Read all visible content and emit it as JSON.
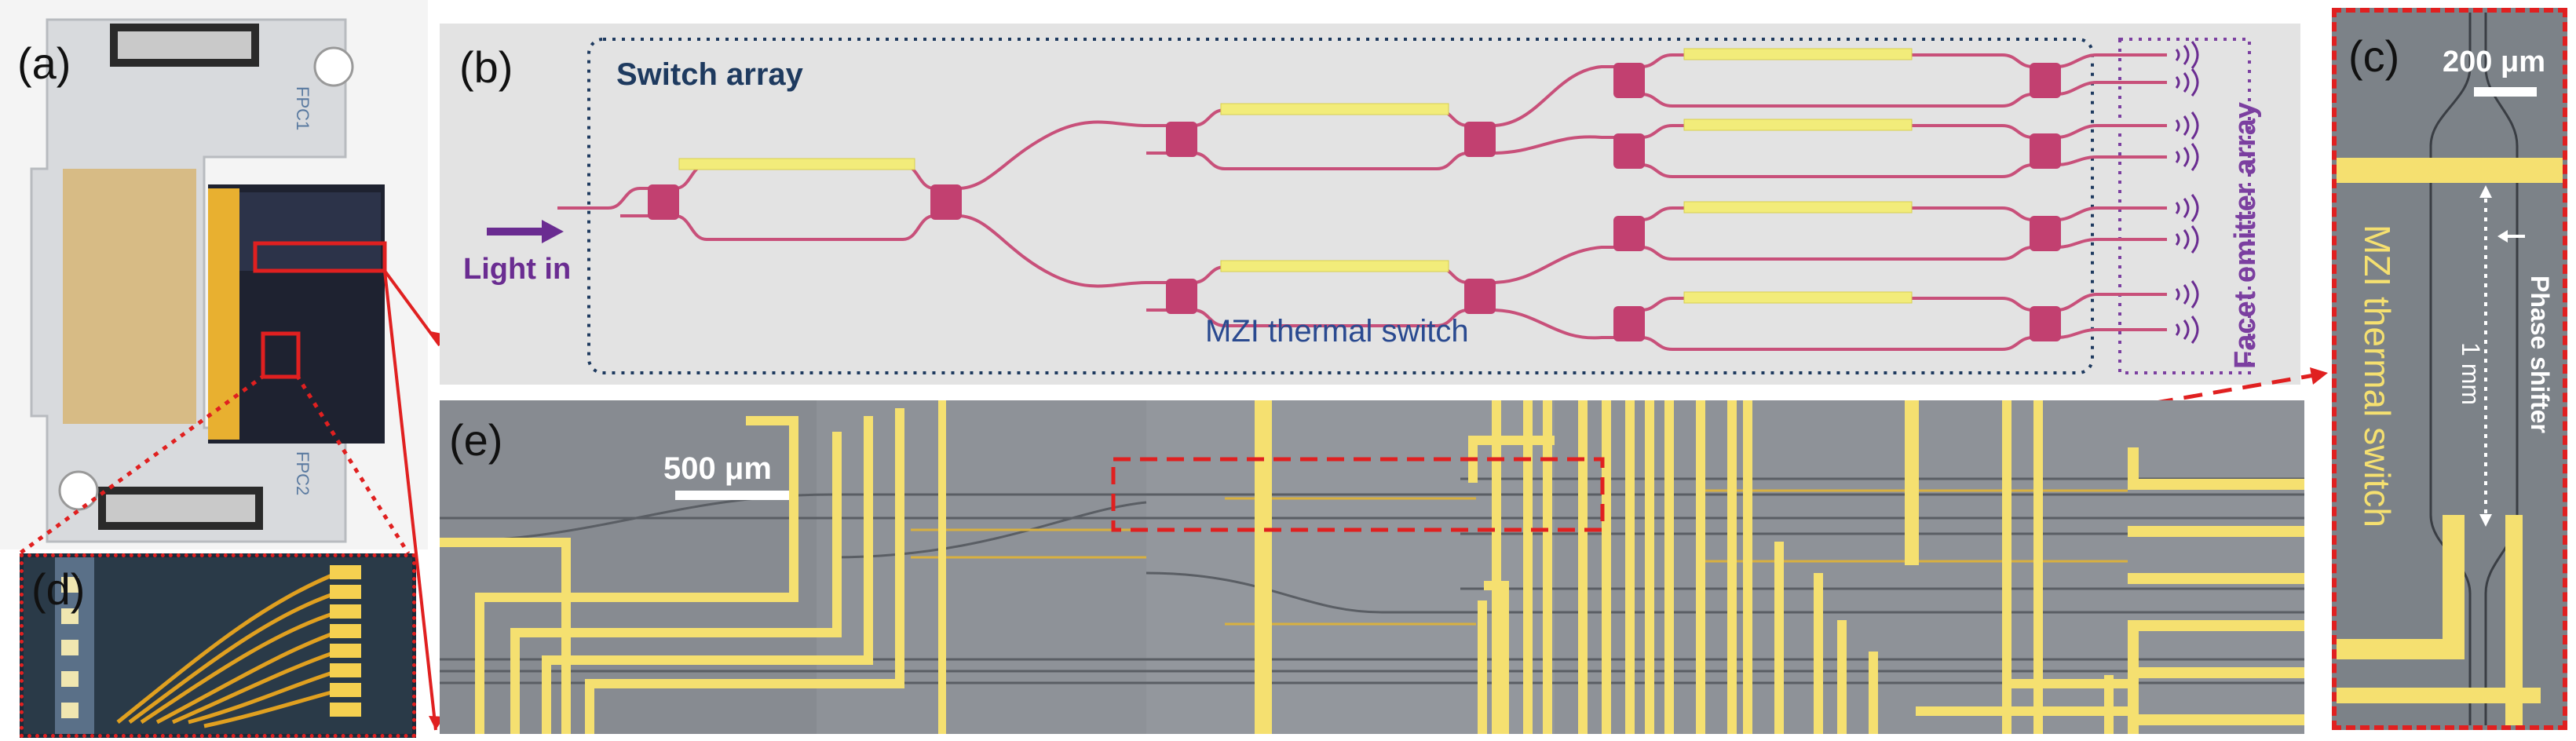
{
  "panels": {
    "a": {
      "label": "(a)",
      "fpc_top": "FPC1",
      "fpc_bottom": "FPC2"
    },
    "b": {
      "label": "(b)",
      "switch_array": "Switch array",
      "light_in": "Light in",
      "mzi_label": "MZI thermal switch",
      "facet_label": "Facet emitter array"
    },
    "c": {
      "label": "(c)",
      "scale": "200 μm",
      "mzi_label": "MZI thermal switch",
      "phase_shifter": "Phase shifter",
      "length": "1 mm"
    },
    "d": {
      "label": "(d)"
    },
    "e": {
      "label": "(e)",
      "scale": "500 μm"
    }
  },
  "colors": {
    "waveguide": "#c8507a",
    "coupler": "#c24070",
    "heater": "#f2ec7a",
    "switch_box": "#1e3a5f",
    "facet_box": "#7b3fa0",
    "arrow": "#6a2c91",
    "gold": "#f5e070",
    "red_dash": "#e02020"
  }
}
